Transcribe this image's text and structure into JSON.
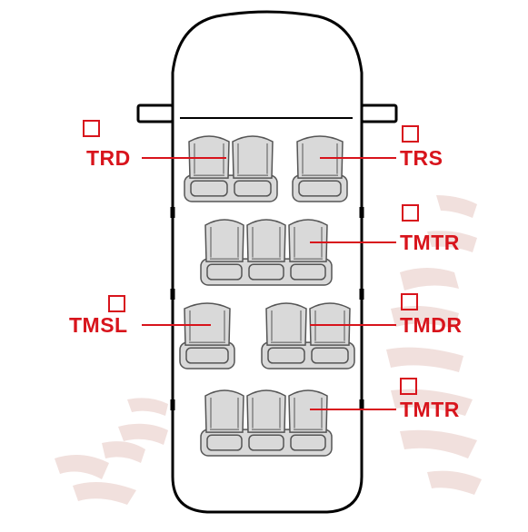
{
  "colors": {
    "label_red": "#d8141c",
    "outline": "#000000",
    "seat_fill": "#d9d9d9",
    "seat_stroke": "#555555",
    "tread_watermark": "#f1e0dd"
  },
  "watermark": {
    "icon": "tire-tread-watermark"
  },
  "vehicle": {
    "icon": "minibus-top-view"
  },
  "seat_labels": {
    "trd": "TRD",
    "trs": "TRS",
    "tmtr_row2": "TMTR",
    "tmsl": "TMSL",
    "tmdr": "TMDR",
    "tmtr_row4": "TMTR"
  },
  "checkboxes": [
    {
      "for": "TRD",
      "checked": false
    },
    {
      "for": "TRS",
      "checked": false
    },
    {
      "for": "TMTR",
      "checked": false
    },
    {
      "for": "TMSL",
      "checked": false
    },
    {
      "for": "TMDR",
      "checked": false
    },
    {
      "for": "TMTR",
      "checked": false
    }
  ]
}
